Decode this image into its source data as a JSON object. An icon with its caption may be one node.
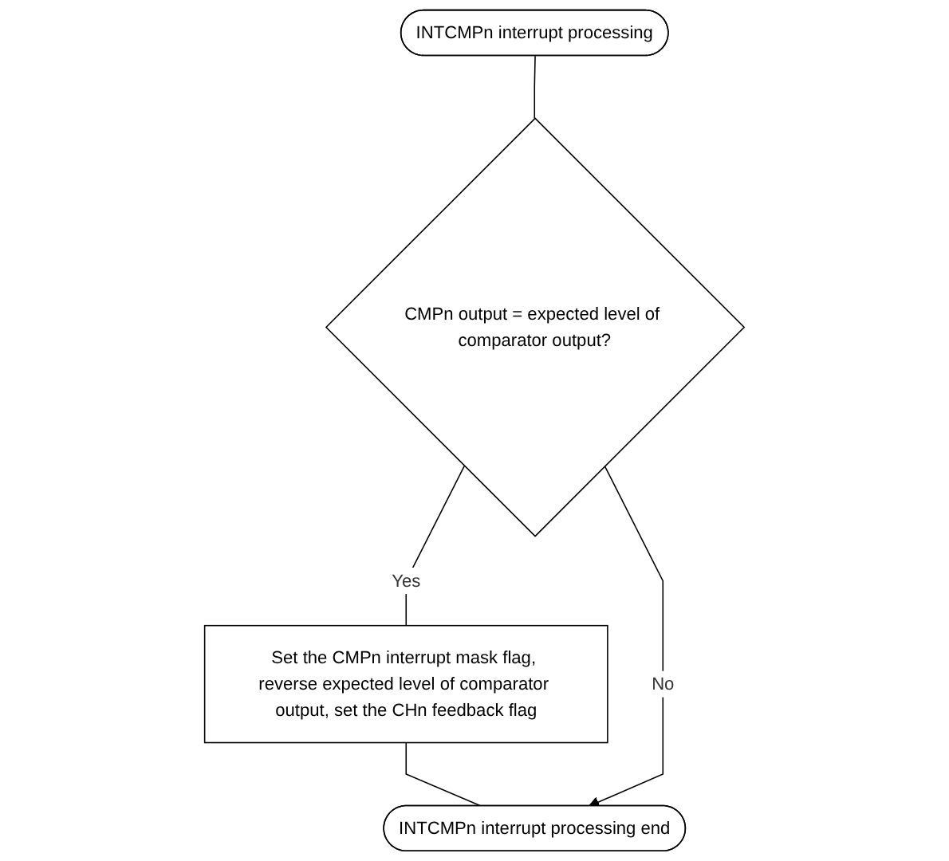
{
  "diagram": {
    "nodes": [
      {
        "text": [
          "INTCMPn interrupt processing"
        ]
      },
      {
        "text": [
          "CMPn output = expected level of comparator output?"
        ]
      },
      {
        "text": [
          "Set the CMPn interrupt mask flag, reverse expected level of comparator output, set the CHn feedback flag"
        ]
      },
      {
        "text": [
          "INTCMPn interrupt processing end"
        ]
      }
    ],
    "edges": [
      {
        "from": 0,
        "to": 1,
        "arrow": "none"
      },
      {
        "from": 1,
        "to": 2,
        "label": "Yes",
        "arrow": "none"
      },
      {
        "from": 2,
        "to": 3,
        "arrow": "none"
      },
      {
        "from": 1,
        "to": 3,
        "label": "No",
        "arrow": "to"
      }
    ]
  }
}
